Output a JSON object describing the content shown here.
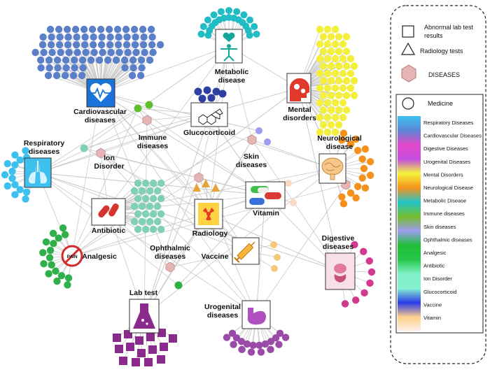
{
  "legend": {
    "lab": "Abnormal lab test results",
    "radiology": "Radiology tests",
    "diseases": "DISEASES",
    "medicine": "Medicine",
    "categories": [
      {
        "name": "Respiratory Diseases",
        "color": "#3ec1ef"
      },
      {
        "name": "Cardiovascular Diseases",
        "color": "#5b86d6"
      },
      {
        "name": "Digestive Diseases",
        "color": "#e447c9"
      },
      {
        "name": "Urogenital  Diseases",
        "color": "#c34fe0"
      },
      {
        "name": "Mental Disorders",
        "color": "#f6f43a"
      },
      {
        "name": "Neurological Disease",
        "color": "#f4921d"
      },
      {
        "name": "Metabolic Disease",
        "color": "#22c5c9"
      },
      {
        "name": "Immune diseases",
        "color": "#74bd2c"
      },
      {
        "name": "Skin diseases",
        "color": "#9e9cf0"
      },
      {
        "name": "Ophthalmic diseases",
        "color": "#1fbf37"
      },
      {
        "name": "Analgesic",
        "color": "#27c84a"
      },
      {
        "name": "Antibiotic",
        "color": "#7ff0c7"
      },
      {
        "name": "Ion Disorder",
        "color": "#86f1d2"
      },
      {
        "name": "Glucocorticoid",
        "color": "#2a3be8"
      },
      {
        "name": "Vaccine",
        "color": "#ffd08a"
      },
      {
        "name": "Vitamin",
        "color": "#fff2ec"
      }
    ]
  },
  "labels": {
    "cardio": "Cardiovascular\ndiseases",
    "metabolic": "Metabolic\ndisease",
    "mental": "Mental\ndisorders",
    "gluco": "Glucocorticoid",
    "immune": "Immune\ndiseases",
    "respiratory": "Respiratory\ndiseases",
    "ion": "Ion\nDisorder",
    "skin": "Skin\ndiseases",
    "neuro": "Neurological\ndisease",
    "antibiotic": "Antibiotic",
    "radiology": "Radiology",
    "vitamin": "Vitamin",
    "analgesic": "Analgesic",
    "pain": "PAIN",
    "ophthalmic": "Ophthalmic\ndiseases",
    "vaccine": "Vaccine",
    "digestive": "Digestive\ndiseases",
    "labtest": "Lab test",
    "urogenital": "Urogenital\ndiseases"
  },
  "colors": {
    "cardio": "#5b7fc9",
    "metabolic": "#22bcc4",
    "mental": "#f3ef3a",
    "respiratory": "#3ec1ef",
    "antibiotic": "#7fd0b5",
    "analgesic": "#2fb04a",
    "neuro": "#f4921d",
    "digestive": "#d23a8f",
    "urogenital": "#9a4aa8",
    "lab": "#8a2a8c",
    "radiology": "#e6a23c",
    "gluco": "#2d3f9f",
    "skin": "#9e9cf0",
    "immune": "#5fbf2f",
    "vaccine": "#f5c878",
    "vitamin": "#fbd8c4",
    "disease": "#e7b4b4",
    "edge": "#c8c8c8"
  }
}
